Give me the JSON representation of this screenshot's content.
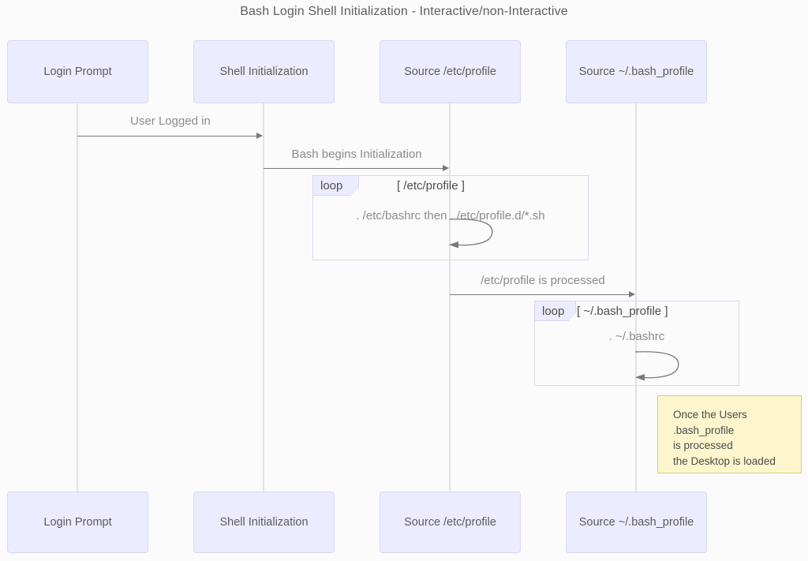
{
  "diagram": {
    "title": "Bash Login Shell Initialization - Interactive/non-Interactive",
    "type": "sequence-diagram",
    "colors": {
      "background": "#fbfbfb",
      "participant_fill": "#ececff",
      "participant_border": "#d7d7f3",
      "lifeline": "#e2e2e2",
      "arrow": "#79797c",
      "label_text": "#8b8b8b",
      "note_fill": "#fdf6cd",
      "note_border": "#d4cd8a",
      "title_text": "#5e5e5e"
    }
  },
  "participants": [
    {
      "id": "login",
      "label": "Login Prompt"
    },
    {
      "id": "shellinit",
      "label": "Shell Initialization"
    },
    {
      "id": "etcprofile",
      "label": "Source /etc/profile"
    },
    {
      "id": "bashprofile",
      "label": "Source ~/.bash_profile"
    }
  ],
  "messages": [
    {
      "id": "m1",
      "label": "User Logged in",
      "from": "login",
      "to": "shellinit"
    },
    {
      "id": "m2",
      "label": "Bash begins Initialization",
      "from": "shellinit",
      "to": "etcprofile"
    },
    {
      "id": "m3",
      "label": "/etc/profile is processed",
      "from": "etcprofile",
      "to": "bashprofile"
    }
  ],
  "loops": [
    {
      "id": "loop1",
      "keyword": "loop",
      "condition": "[ /etc/profile ]",
      "message": ". /etc/bashrc then . /etc/profile.d/*.sh",
      "on": "etcprofile"
    },
    {
      "id": "loop2",
      "keyword": "loop",
      "condition": "[ ~/.bash_profile ]",
      "message": ". ~/.bashrc",
      "on": "bashprofile"
    }
  ],
  "notes": [
    {
      "id": "note1",
      "attached_to": "bashprofile",
      "lines": [
        "Once the Users",
        ".bash_profile",
        "is processed",
        "the Desktop is loaded"
      ]
    }
  ]
}
